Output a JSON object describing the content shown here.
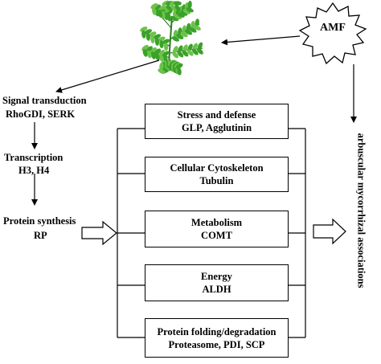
{
  "amf": {
    "label": "AMF"
  },
  "pathway": {
    "signal_title": "Signal transduction",
    "signal_genes": "RhoGDI, SERK",
    "transcription_title": "Transcription",
    "transcription_genes": "H3, H4",
    "protein_title": "Protein synthesis",
    "protein_genes": "RP"
  },
  "categories": [
    {
      "title": "Stress and defense",
      "genes": "GLP, Agglutinin"
    },
    {
      "title": "Cellular Cytoskeleton",
      "genes": "Tubulin"
    },
    {
      "title": "Metabolism",
      "genes": "COMT"
    },
    {
      "title": "Energy",
      "genes": "ALDH"
    },
    {
      "title": "Protein folding/degradation",
      "genes": "Proteasome, PDI, SCP"
    }
  ],
  "outcome": {
    "label": "arbuscular mycorrhizal associations"
  },
  "colors": {
    "plant_stem": "#2e7d1e",
    "plant_leaf": "#3aa12a",
    "plant_leaf_light": "#6cc24a",
    "line": "#000000"
  }
}
